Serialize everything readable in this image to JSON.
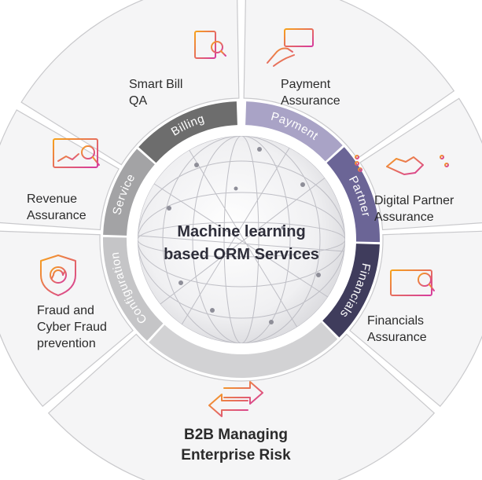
{
  "center": {
    "line1": "Machine learning",
    "line2": "based ORM Services"
  },
  "ring": {
    "billing": "Billing",
    "payment": "Payment",
    "partner": "Partner",
    "financials": "Financials",
    "configuration": "Configuration",
    "service": "Service"
  },
  "segments": {
    "smart_bill": {
      "line1": "Smart Bill",
      "line2": "QA",
      "icon": "bill-search-icon"
    },
    "payment": {
      "line1": "Payment",
      "line2": "Assurance",
      "icon": "card-payment-icon"
    },
    "partner": {
      "line1": "Digital Partner",
      "line2": "Assurance",
      "icon": "handshake-icon"
    },
    "financials": {
      "line1": "Financials",
      "line2": "Assurance",
      "icon": "chart-search-icon"
    },
    "b2b": {
      "line1": "B2B Managing",
      "line2": "Enterprise Risk",
      "icon": "exchange-arrows-icon"
    },
    "fraud": {
      "line1": "Fraud and",
      "line2": "Cyber Fraud",
      "line3": "prevention",
      "icon": "shield-icon"
    },
    "revenue": {
      "line1": "Revenue",
      "line2": "Assurance",
      "icon": "monitor-analytics-icon"
    }
  },
  "colors": {
    "billing": "#6d6d6d",
    "payment": "#a9a3c6",
    "partner": "#6b6596",
    "financials": "#3f3c5c",
    "configuration": "#c5c5c7",
    "service": "#a3a3a5",
    "icon_gradient_start": "#f7a21b",
    "icon_gradient_end": "#d63a9f"
  }
}
